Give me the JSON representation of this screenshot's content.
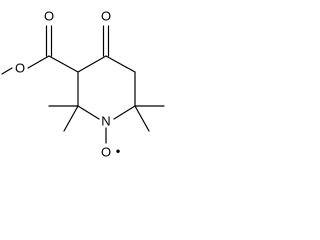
{
  "molecule": {
    "atoms": {
      "carbonyl_o_ester": "O",
      "ether_o_ester": "O",
      "ring_ketone_o": "O",
      "nitroxide_n": "N",
      "nitroxide_o": "O"
    },
    "radical": "•"
  }
}
